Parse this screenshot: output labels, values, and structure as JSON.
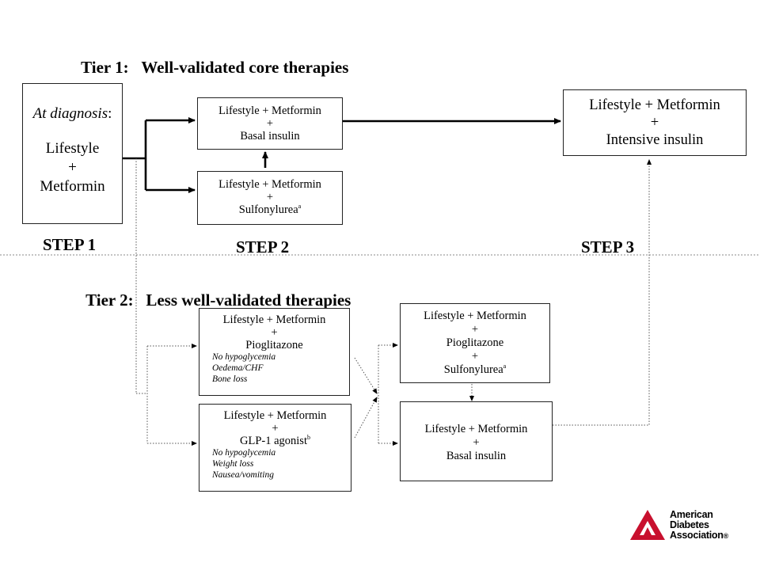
{
  "tier1": {
    "label": "Tier 1:",
    "title": "Well-validated core therapies"
  },
  "tier2": {
    "label": "Tier 2:",
    "title": "Less well-validated therapies"
  },
  "steps": {
    "step1": "STEP 1",
    "step2": "STEP 2",
    "step3": "STEP 3"
  },
  "diagnosis_box": {
    "heading": "At diagnosis",
    "colon": ":",
    "line1": "Lifestyle",
    "plus": "+",
    "line2": "Metformin"
  },
  "t1_basal": {
    "line1": "Lifestyle +  Metformin",
    "plus": "+",
    "line2": "Basal insulin"
  },
  "t1_sulf": {
    "line1": "Lifestyle +  Metformin",
    "plus": "+",
    "line2": "Sulfonylurea",
    "sup": "a"
  },
  "t1_intensive": {
    "line1": "Lifestyle + Metformin",
    "plus": "+",
    "line2": "Intensive insulin"
  },
  "t2_pio": {
    "line1": "Lifestyle +  Metformin",
    "plus": "+",
    "line2": "Pioglitazone",
    "notes": [
      "No hypoglycemia",
      "Oedema/CHF",
      "Bone loss"
    ]
  },
  "t2_glp": {
    "line1": "Lifestyle +  Metformin",
    "plus": "+",
    "line2": "GLP-1 agonist",
    "sup": "b",
    "notes": [
      "No hypoglycemia",
      "Weight loss",
      "Nausea/vomiting"
    ]
  },
  "t2_pio_sulf": {
    "line1": "Lifestyle +  Metformin",
    "plus": "+",
    "line2": "Pioglitazone",
    "plus2": "+",
    "line3": "Sulfonylurea",
    "sup": "a"
  },
  "t2_basal": {
    "line1": "Lifestyle +  Metformin",
    "plus": "+",
    "line2": "Basal insulin"
  },
  "logo": {
    "line1": "American",
    "line2": "Diabetes",
    "line3": "Association",
    "mark": "®",
    "color": "#c8102e"
  }
}
